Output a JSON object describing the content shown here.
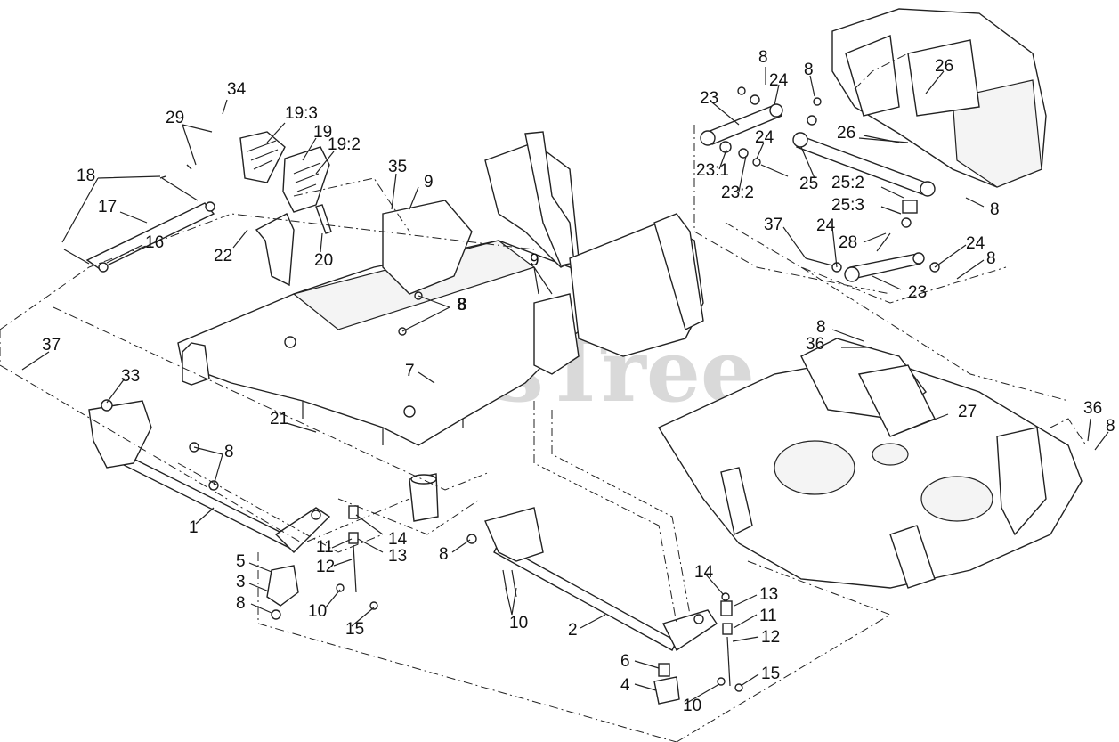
{
  "watermark": "PartsTree",
  "callouts": [
    "34",
    "29",
    "19:3",
    "19",
    "19:2",
    "18",
    "17",
    "16",
    "22",
    "20",
    "35",
    "9",
    "8",
    "9",
    "8",
    "37",
    "33",
    "8",
    "7",
    "21",
    "1",
    "14",
    "13",
    "11",
    "12",
    "5",
    "3",
    "8",
    "10",
    "15",
    "8",
    "10",
    "2",
    "14",
    "13",
    "11",
    "12",
    "6",
    "4",
    "15",
    "10",
    "8",
    "24",
    "8",
    "26",
    "23",
    "24",
    "26",
    "23:1",
    "23:2",
    "25",
    "25:2",
    "8",
    "25:3",
    "37",
    "24",
    "28",
    "24",
    "8",
    "23",
    "8",
    "36",
    "27",
    "36",
    "8"
  ]
}
